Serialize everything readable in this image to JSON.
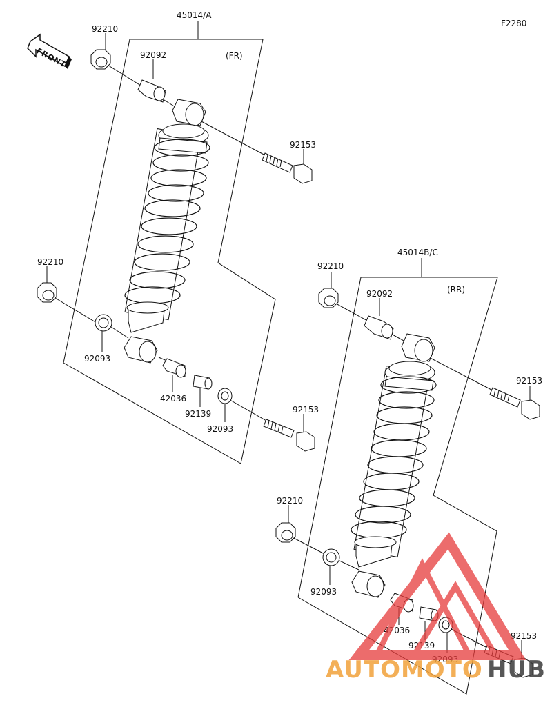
{
  "diagram_id": "F2280",
  "front_label": "FRONT",
  "front": {
    "assembly": "45014/A",
    "position": "(FR)",
    "parts": {
      "nut_top": "92210",
      "bushing_top": "92092",
      "bolt_top": "92153",
      "nut_bottom": "92210",
      "seal_left": "92093",
      "sleeve": "42036",
      "bushing_bottom": "92139",
      "seal_right": "92093",
      "bolt_bottom": "92153"
    }
  },
  "rear": {
    "assembly": "45014B/C",
    "position": "(RR)",
    "parts": {
      "nut_top": "92210",
      "bushing_top": "92092",
      "bolt_top": "92153",
      "nut_bottom": "92210",
      "seal_left": "92093",
      "sleeve": "42036",
      "bushing_bottom": "92139",
      "seal_right": "92093",
      "bolt_bottom": "92153"
    }
  },
  "watermark": {
    "part1": "AUTOMOTO",
    "part2": "HUB",
    "color1": "#f2a23a",
    "color2": "#3a3a3a",
    "logo_color": "#e63b3b"
  }
}
